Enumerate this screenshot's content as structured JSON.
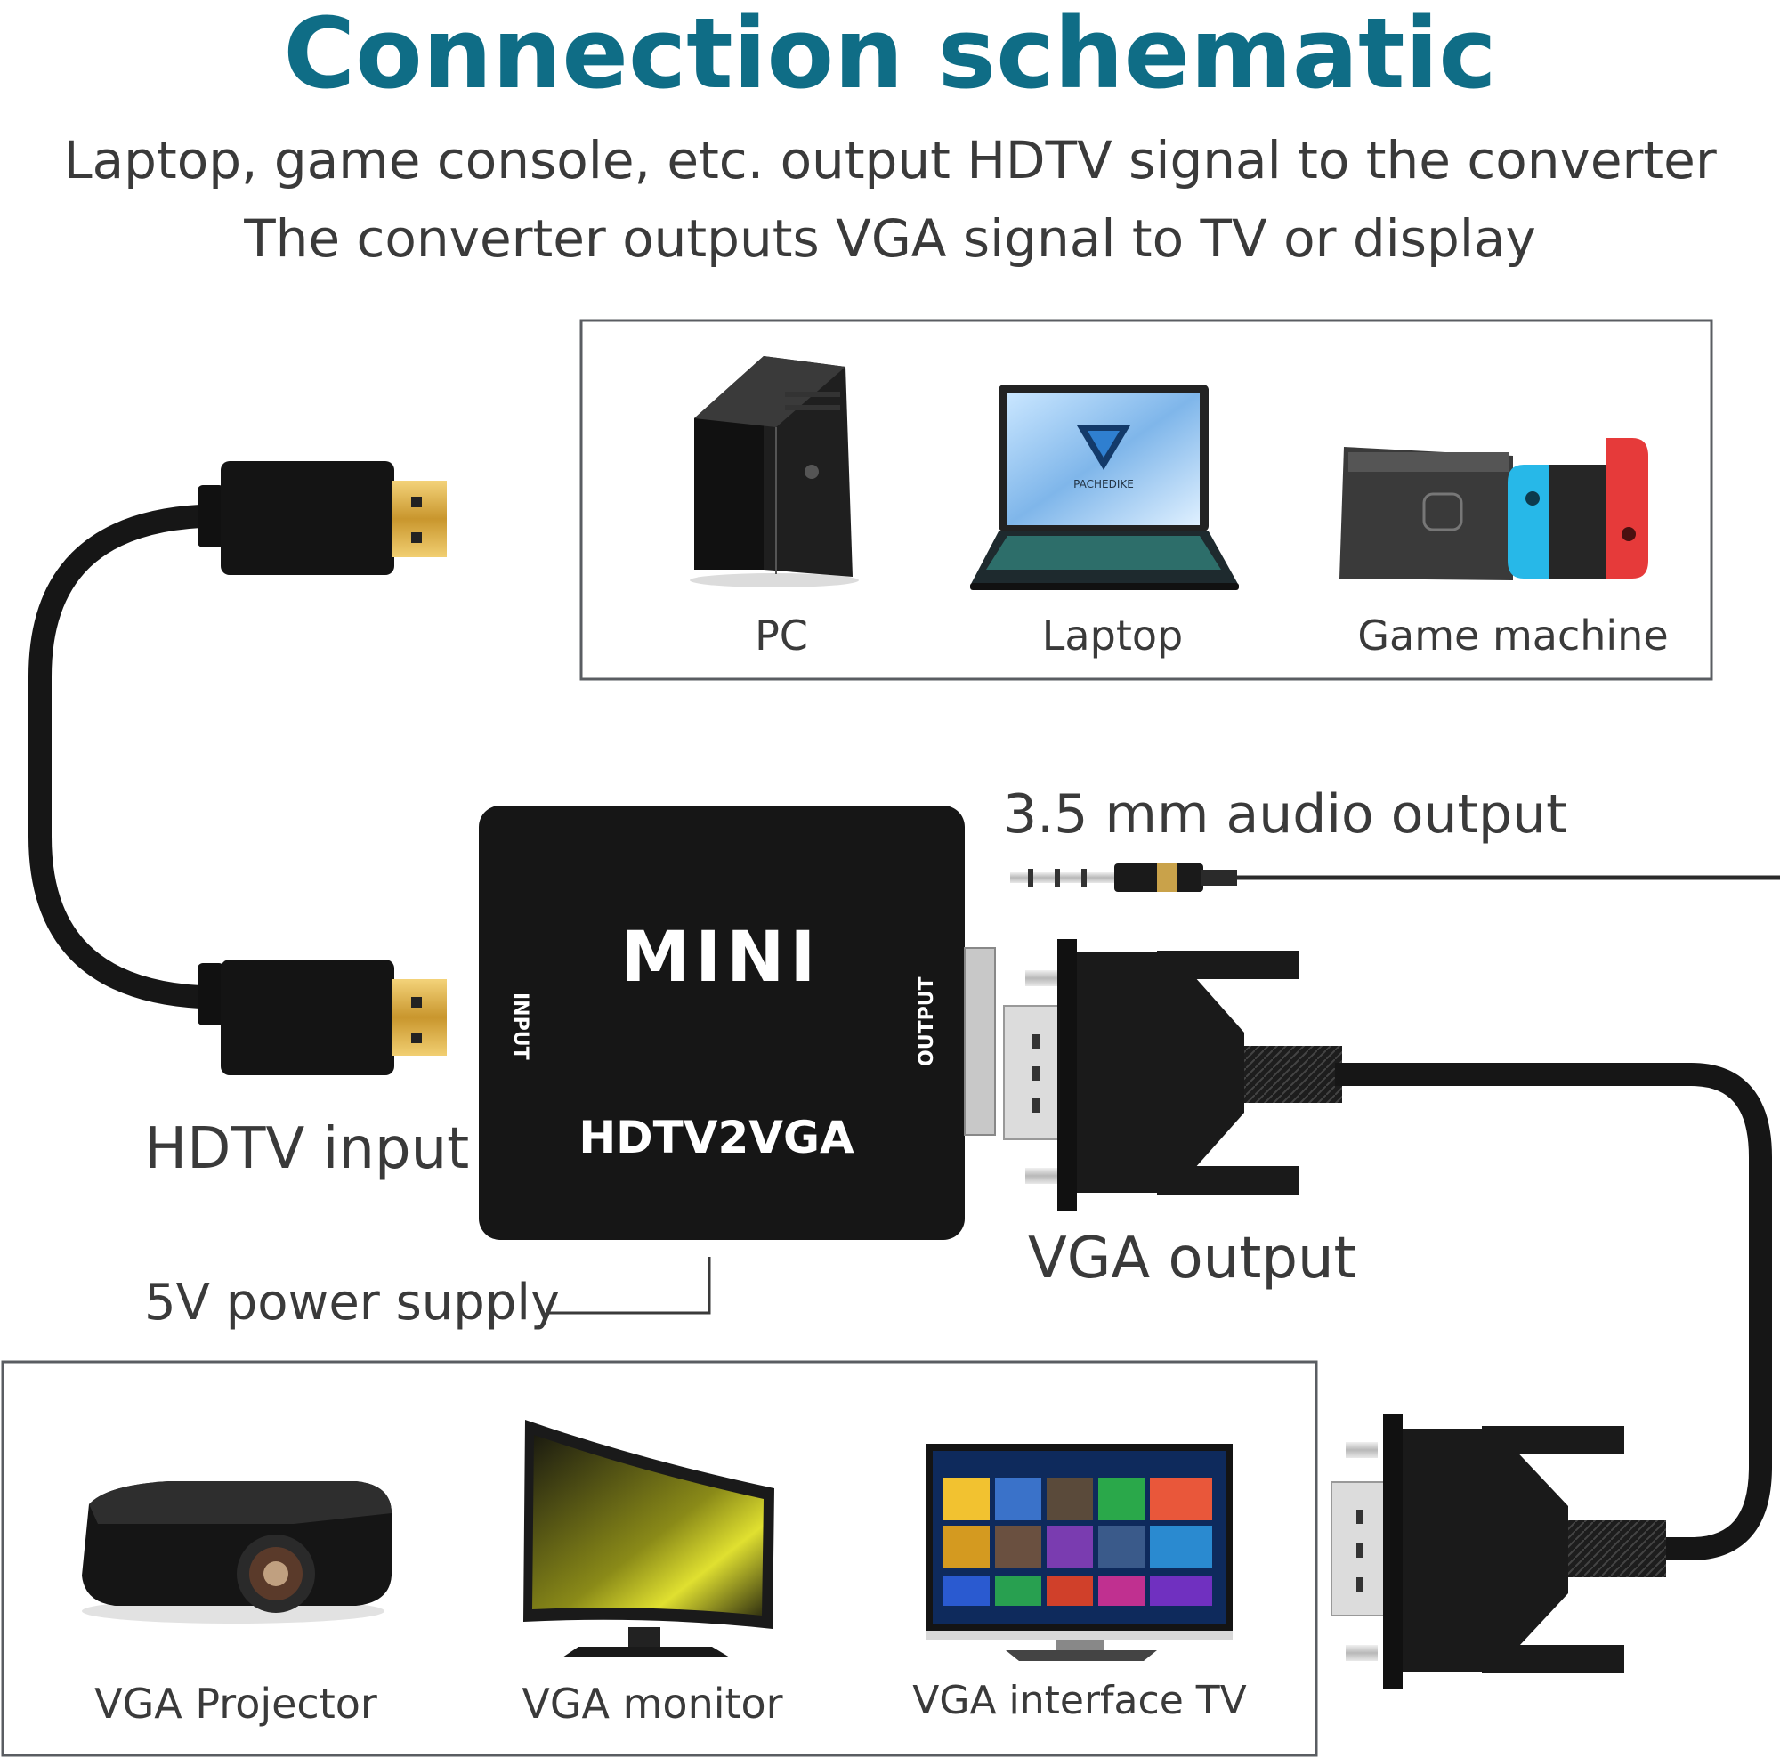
{
  "header": {
    "title": "Connection schematic",
    "line1": "Laptop, game console, etc. output HDTV signal to the converter",
    "line2": "The converter outputs VGA signal to TV or display"
  },
  "sources": {
    "pc": "PC",
    "laptop": "Laptop",
    "game": "Game machine"
  },
  "converter": {
    "brand": "MINI",
    "model": "HDTV2VGA",
    "input_port": "INPUT",
    "output_port": "OUTPUT"
  },
  "callouts": {
    "audio": "3.5 mm audio output",
    "hdtv_input": "HDTV input",
    "vga_output": "VGA output",
    "power": "5V power supply"
  },
  "outputs": {
    "projector": "VGA Projector",
    "monitor": "VGA monitor",
    "tv": "VGA interface TV"
  },
  "colors": {
    "title": "#0f6d86",
    "text": "#3a3a3a",
    "frame": "#5a5d62"
  }
}
